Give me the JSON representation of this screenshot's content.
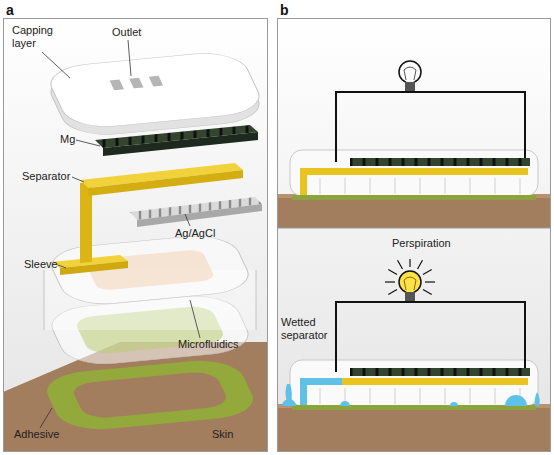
{
  "diagram": {
    "nodes": [
      {
        "text": [
          "a"
        ]
      },
      {
        "text": [
          "b"
        ]
      }
    ],
    "labels": [
      "Capping layer",
      "Outlet",
      "Mg",
      "Separator",
      "Sleeve",
      "Ag/AgCl",
      "Microfluidics",
      "Adhesive",
      "Skin",
      "Wetted separator",
      "Perspiration"
    ]
  }
}
